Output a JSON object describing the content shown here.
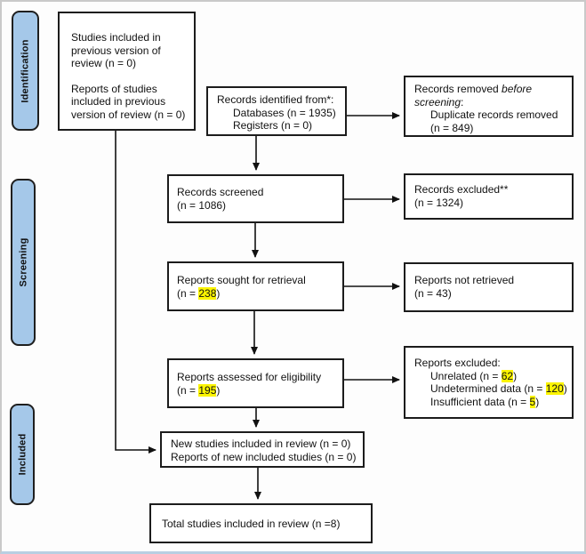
{
  "colors": {
    "sidebar_fill": "#a5c8e9",
    "box_border": "#1c1c1c",
    "highlight": "#fbf400",
    "frame_border": "#c9c9c9",
    "frame_bottom": "#b9cfe2",
    "canvas_bg": "#fdfdfd"
  },
  "sidebar": {
    "identification_label": "Identification",
    "screening_label": "Screening",
    "included_label": "Included"
  },
  "boxes": {
    "previous_review": {
      "para1": [
        "Studies included in",
        "previous version of",
        "review (n = 0)"
      ],
      "para2": [
        "Reports of studies",
        "included in previous",
        "version of review (n = 0)"
      ]
    },
    "identified": {
      "title": "Records identified from*:",
      "item1": "Databases (n = 1935)",
      "item2": "Registers (n = 0)"
    },
    "removed_before": {
      "l1_pre": "Records removed ",
      "l1_italic": "before",
      "l2_italic": "screening",
      "l2_post": ":",
      "item1": "Duplicate records removed",
      "item2": "(n = 849)"
    },
    "screened": {
      "line1": "Records screened",
      "line2": "(n = 1086)"
    },
    "excluded_records": {
      "line1": "Records excluded**",
      "line2": "(n = 1324)"
    },
    "sought": {
      "line1": "Reports sought for retrieval",
      "n_pre": "(n = ",
      "n_value": "238",
      "n_post": ")"
    },
    "not_retrieved": {
      "line1": "Reports not retrieved",
      "line2": "(n = 43)"
    },
    "assessed": {
      "line1": "Reports assessed for eligibility",
      "n_pre": "(n = ",
      "n_value": "195",
      "n_post": ")"
    },
    "excluded_reports": {
      "title": "Reports excluded:",
      "items": [
        {
          "pre": "Unrelated (n = ",
          "value": "62",
          "post": ")"
        },
        {
          "pre": "Undetermined data (n = ",
          "value": "120",
          "post": ")"
        },
        {
          "pre": "Insufficient data (n = ",
          "value": "5",
          "post": ")"
        }
      ]
    },
    "new_included": {
      "line1": "New studies included in review (n = 0)",
      "line2": "Reports of new included studies (n = 0)"
    },
    "total": {
      "line1": "Total studies included in review (n =8)"
    }
  }
}
